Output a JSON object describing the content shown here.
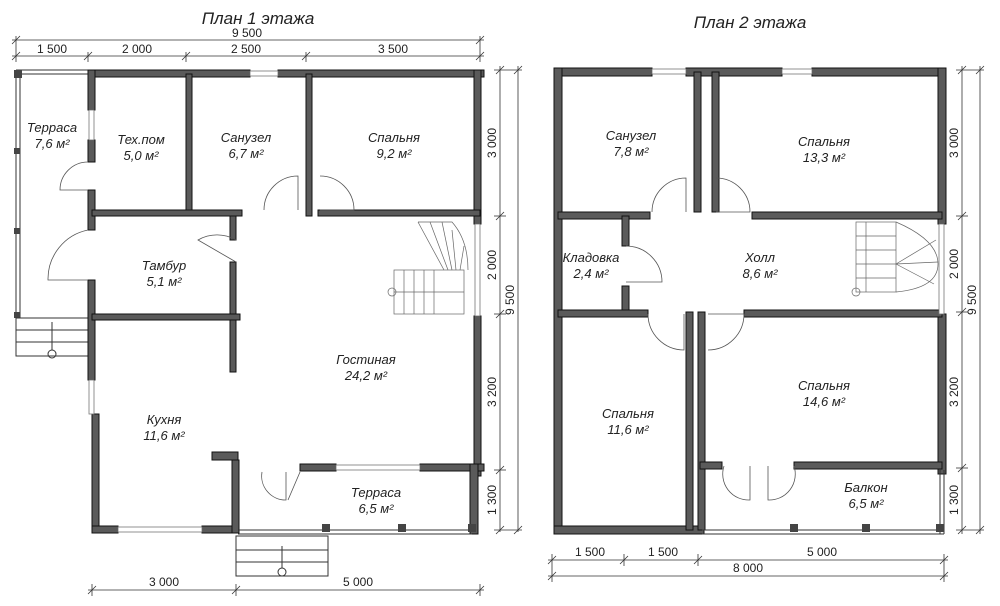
{
  "floor1": {
    "title": "План 1 этажа",
    "rooms": [
      {
        "name": "Терраса",
        "area": "7,6 м²"
      },
      {
        "name": "Тех.пом",
        "area": "5,0 м²"
      },
      {
        "name": "Санузел",
        "area": "6,7 м²"
      },
      {
        "name": "Спальня",
        "area": "9,2 м²"
      },
      {
        "name": "Тамбур",
        "area": "5,1 м²"
      },
      {
        "name": "Гостиная",
        "area": "24,2 м²"
      },
      {
        "name": "Кухня",
        "area": "11,6 м²"
      },
      {
        "name": "Терраса",
        "area": "6,5 м²"
      }
    ],
    "dims_top": [
      "1 500",
      "2 000",
      "2 500",
      "3 500"
    ],
    "dim_top_total": "9 500",
    "dims_right": [
      "3 000",
      "2 000",
      "3 200",
      "1 300"
    ],
    "dim_right_total": "9 500",
    "dims_bottom": [
      "3 000",
      "5 000"
    ]
  },
  "floor2": {
    "title": "План 2 этажа",
    "rooms": [
      {
        "name": "Санузел",
        "area": "7,8 м²"
      },
      {
        "name": "Спальня",
        "area": "13,3 м²"
      },
      {
        "name": "Кладовка",
        "area": "2,4 м²"
      },
      {
        "name": "Холл",
        "area": "8,6 м²"
      },
      {
        "name": "Спальня",
        "area": "11,6 м²"
      },
      {
        "name": "Спальня",
        "area": "14,6 м²"
      },
      {
        "name": "Балкон",
        "area": "6,5 м²"
      }
    ],
    "dims_right": [
      "3 000",
      "2 000",
      "3 200",
      "1 300"
    ],
    "dim_right_total": "9 500",
    "dims_bottom": [
      "1 500",
      "1 500",
      "5 000"
    ],
    "dim_bottom_total": "8 000"
  }
}
